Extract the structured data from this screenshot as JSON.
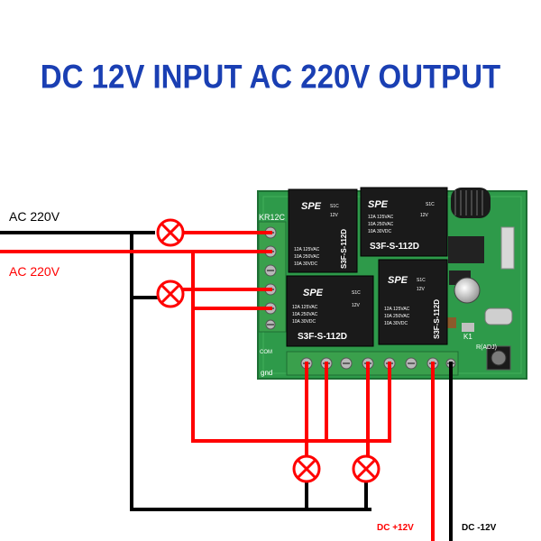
{
  "title": "DC 12V INPUT AC 220V OUTPUT",
  "labels": {
    "ac_line_1": "AC 220V",
    "ac_line_2": "AC 220V",
    "dc_positive": "DC +12V",
    "dc_negative": "DC -12V"
  },
  "board": {
    "model": "KR12C",
    "com_label": "COM",
    "gnd_label": "gnd",
    "adj_label": "R(ADJ)",
    "k1_label": "K1"
  },
  "relays": [
    {
      "brand": "SPE",
      "code": "S1C",
      "spec_1": "12A 125VAC",
      "spec_2": "10A 250VAC",
      "spec_3": "10A 30VDC",
      "rating": "12V",
      "model": "S3F-S-112D"
    },
    {
      "brand": "SPE",
      "code": "S1C",
      "spec_1": "12A 125VAC",
      "spec_2": "10A 250VAC",
      "spec_3": "10A 30VDC",
      "rating": "12V",
      "model": "S3F-S-112D"
    },
    {
      "brand": "SPE",
      "code": "S1C",
      "spec_1": "12A 125VAC",
      "spec_2": "10A 250VAC",
      "spec_3": "10A 30VDC",
      "rating": "12V",
      "model": "S3F-S-112D"
    },
    {
      "brand": "SPE",
      "code": "S1C",
      "spec_1": "12A 125VAC",
      "spec_2": "10A 250VAC",
      "spec_3": "10A 30VDC",
      "rating": "12V",
      "model": "S3F-S-112D"
    }
  ],
  "colors": {
    "title": "#1a3fb3",
    "live_wire": "#ff0000",
    "neutral_wire": "#000000",
    "pcb": "#2e9a4a",
    "relay_body": "#1a1a1a",
    "terminal": "#3aa04c"
  }
}
